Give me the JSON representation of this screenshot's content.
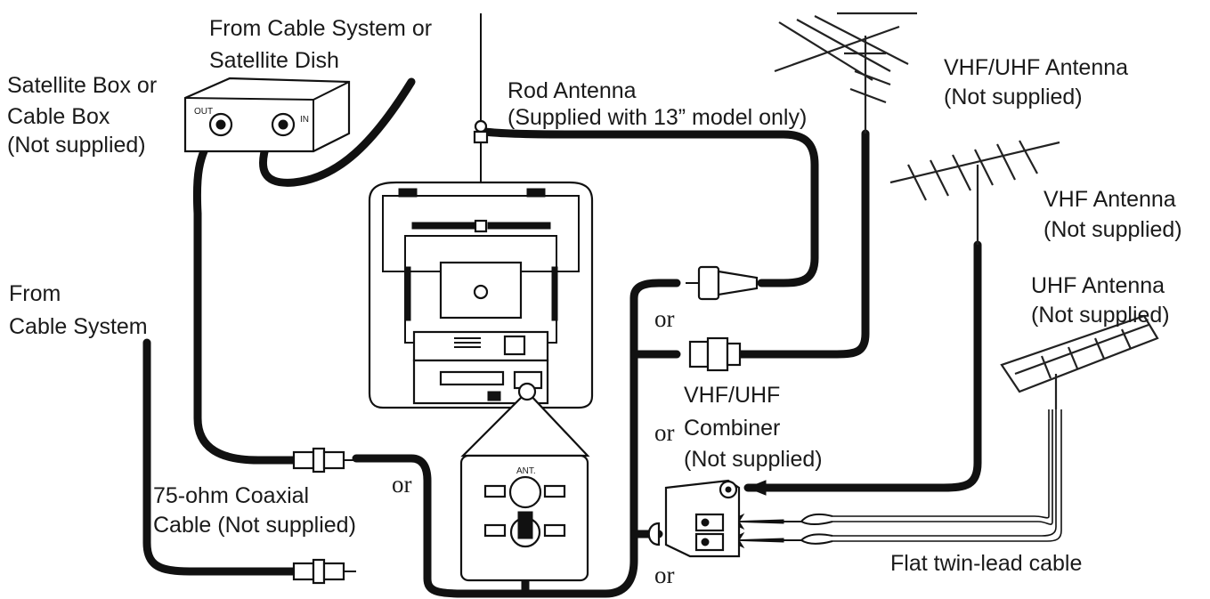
{
  "labels": {
    "from_cable_or_dish_1": "From Cable System or",
    "from_cable_or_dish_2": "Satellite Dish",
    "sat_box_1": "Satellite Box or",
    "sat_box_2": "Cable Box",
    "sat_box_3": "(Not supplied)",
    "box_out": "OUT",
    "box_in": "IN",
    "rod_1": "Rod Antenna",
    "rod_2": "(Supplied with 13” model only)",
    "vhfuhf_ant_1": "VHF/UHF Antenna",
    "vhfuhf_ant_2": "(Not supplied)",
    "vhf_ant_1": "VHF Antenna",
    "vhf_ant_2": "(Not supplied)",
    "uhf_ant_1": "UHF Antenna",
    "uhf_ant_2": "(Not supplied)",
    "from_cable_1": "From",
    "from_cable_2": "Cable System",
    "coax_1": "75-ohm Coaxial",
    "coax_2": "Cable (Not supplied)",
    "combiner_1": "VHF/UHF",
    "combiner_2": "Combiner",
    "combiner_3": "(Not supplied)",
    "twin_lead": "Flat twin-lead cable",
    "panel_ant": "ANT."
  },
  "or_labels": [
    "or",
    "or",
    "or",
    "or"
  ]
}
